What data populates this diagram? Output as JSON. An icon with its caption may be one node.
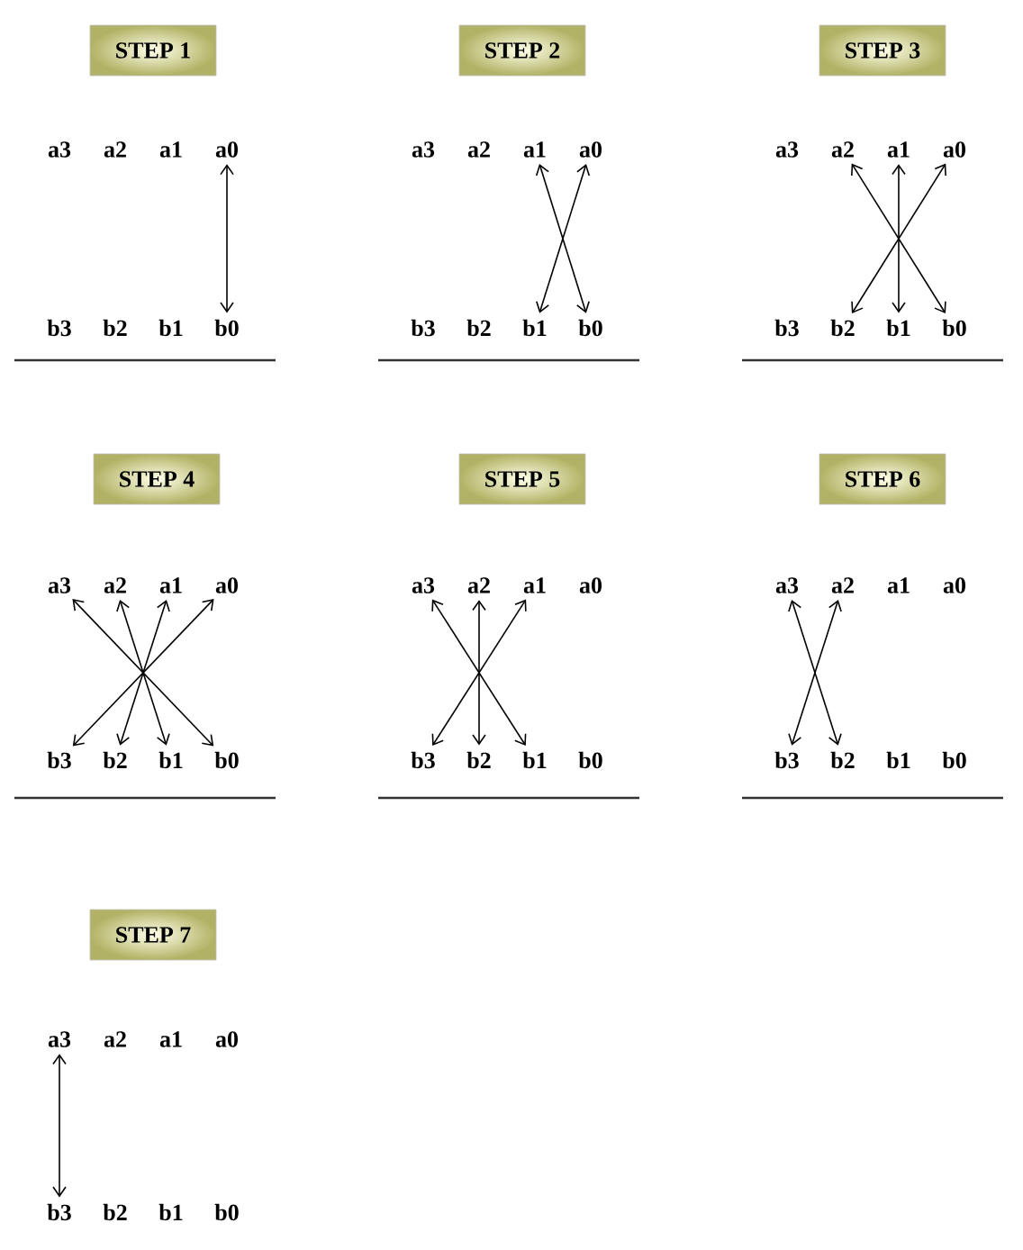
{
  "diagram": {
    "nodes": [
      {
        "text": [
          "STEP 1"
        ]
      },
      {
        "text": [
          "a3"
        ]
      },
      {
        "text": [
          "a2"
        ]
      },
      {
        "text": [
          "a1"
        ]
      },
      {
        "text": [
          "a0"
        ]
      },
      {
        "text": [
          "b3"
        ]
      },
      {
        "text": [
          "b2"
        ]
      },
      {
        "text": [
          "b1"
        ]
      },
      {
        "text": [
          "b0"
        ]
      },
      {
        "text": [
          "STEP 2"
        ]
      },
      {
        "text": [
          "a3"
        ]
      },
      {
        "text": [
          "a2"
        ]
      },
      {
        "text": [
          "a1"
        ]
      },
      {
        "text": [
          "a0"
        ]
      },
      {
        "text": [
          "b3"
        ]
      },
      {
        "text": [
          "b2"
        ]
      },
      {
        "text": [
          "b1"
        ]
      },
      {
        "text": [
          "b0"
        ]
      },
      {
        "text": [
          "STEP 3"
        ]
      },
      {
        "text": [
          "a3"
        ]
      },
      {
        "text": [
          "a2"
        ]
      },
      {
        "text": [
          "a1"
        ]
      },
      {
        "text": [
          "a0"
        ]
      },
      {
        "text": [
          "b3"
        ]
      },
      {
        "text": [
          "b2"
        ]
      },
      {
        "text": [
          "b1"
        ]
      },
      {
        "text": [
          "b0"
        ]
      },
      {
        "text": [
          "STEP 4"
        ]
      },
      {
        "text": [
          "a3"
        ]
      },
      {
        "text": [
          "a2"
        ]
      },
      {
        "text": [
          "a1"
        ]
      },
      {
        "text": [
          "a0"
        ]
      },
      {
        "text": [
          "b3"
        ]
      },
      {
        "text": [
          "b2"
        ]
      },
      {
        "text": [
          "b1"
        ]
      },
      {
        "text": [
          "b0"
        ]
      },
      {
        "text": [
          "STEP 5"
        ]
      },
      {
        "text": [
          "a3"
        ]
      },
      {
        "text": [
          "a2"
        ]
      },
      {
        "text": [
          "a1"
        ]
      },
      {
        "text": [
          "a0"
        ]
      },
      {
        "text": [
          "b3"
        ]
      },
      {
        "text": [
          "b2"
        ]
      },
      {
        "text": [
          "b1"
        ]
      },
      {
        "text": [
          "b0"
        ]
      },
      {
        "text": [
          "STEP 6"
        ]
      },
      {
        "text": [
          "a3"
        ]
      },
      {
        "text": [
          "a2"
        ]
      },
      {
        "text": [
          "a1"
        ]
      },
      {
        "text": [
          "a0"
        ]
      },
      {
        "text": [
          "b3"
        ]
      },
      {
        "text": [
          "b2"
        ]
      },
      {
        "text": [
          "b1"
        ]
      },
      {
        "text": [
          "b0"
        ]
      },
      {
        "text": [
          "STEP 7"
        ]
      },
      {
        "text": [
          "a3"
        ]
      },
      {
        "text": [
          "a2"
        ]
      },
      {
        "text": [
          "a1"
        ]
      },
      {
        "text": [
          "a0"
        ]
      },
      {
        "text": [
          "b3"
        ]
      },
      {
        "text": [
          "b2"
        ]
      },
      {
        "text": [
          "b1"
        ]
      },
      {
        "text": [
          "b0"
        ]
      }
    ],
    "edges": [
      {
        "from": 4,
        "to": 8,
        "arrow": "both"
      },
      {
        "from": 12,
        "to": 17,
        "arrow": "both"
      },
      {
        "from": 13,
        "to": 16,
        "arrow": "both"
      },
      {
        "from": 20,
        "to": 26,
        "arrow": "both"
      },
      {
        "from": 21,
        "to": 25,
        "arrow": "both"
      },
      {
        "from": 22,
        "to": 24,
        "arrow": "both"
      },
      {
        "from": 28,
        "to": 35,
        "arrow": "both"
      },
      {
        "from": 29,
        "to": 34,
        "arrow": "both"
      },
      {
        "from": 30,
        "to": 33,
        "arrow": "both"
      },
      {
        "from": 31,
        "to": 32,
        "arrow": "both"
      },
      {
        "from": 37,
        "to": 43,
        "arrow": "both"
      },
      {
        "from": 38,
        "to": 42,
        "arrow": "both"
      },
      {
        "from": 39,
        "to": 41,
        "arrow": "both"
      },
      {
        "from": 46,
        "to": 51,
        "arrow": "both"
      },
      {
        "from": 47,
        "to": 50,
        "arrow": "both"
      },
      {
        "from": 55,
        "to": 59,
        "arrow": "both"
      }
    ]
  }
}
